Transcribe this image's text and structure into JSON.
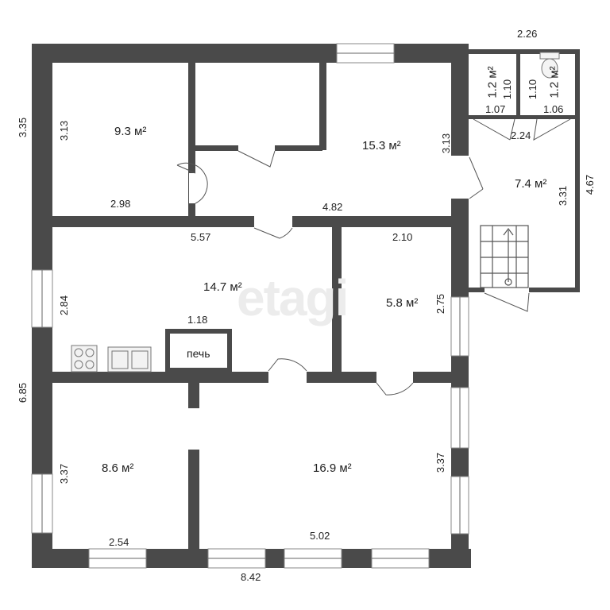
{
  "plan": {
    "watermark": "etagi",
    "stove_label": "печь",
    "rooms": [
      {
        "id": "room-top-left",
        "area": "9.3 м²"
      },
      {
        "id": "room-top-center-right",
        "area": "15.3 м²"
      },
      {
        "id": "room-bath-1",
        "area": "1.2 м²"
      },
      {
        "id": "room-bath-2",
        "area": "1.2 м²"
      },
      {
        "id": "room-entry",
        "area": "7.4 м²"
      },
      {
        "id": "room-kitchen",
        "area": "14.7 м²"
      },
      {
        "id": "room-middle-right",
        "area": "5.8 м²"
      },
      {
        "id": "room-bottom-left",
        "area": "8.6 м²"
      },
      {
        "id": "room-bottom-right",
        "area": "16.9 м²"
      }
    ],
    "dims": {
      "d226": "2.26",
      "d335": "3.35",
      "d313a": "3.13",
      "d298": "2.98",
      "d313b": "3.13",
      "d482": "4.82",
      "d110a": "1.10",
      "d107": "1.07",
      "d110b": "1.10",
      "d106": "1.06",
      "d224": "2.24",
      "d331": "3.31",
      "d467": "4.67",
      "d557": "5.57",
      "d210": "2.10",
      "d284": "2.84",
      "d275": "2.75",
      "d118": "1.18",
      "d685": "6.85",
      "d337a": "3.37",
      "d337b": "3.37",
      "d254": "2.54",
      "d502": "5.02",
      "d842": "8.42"
    }
  }
}
